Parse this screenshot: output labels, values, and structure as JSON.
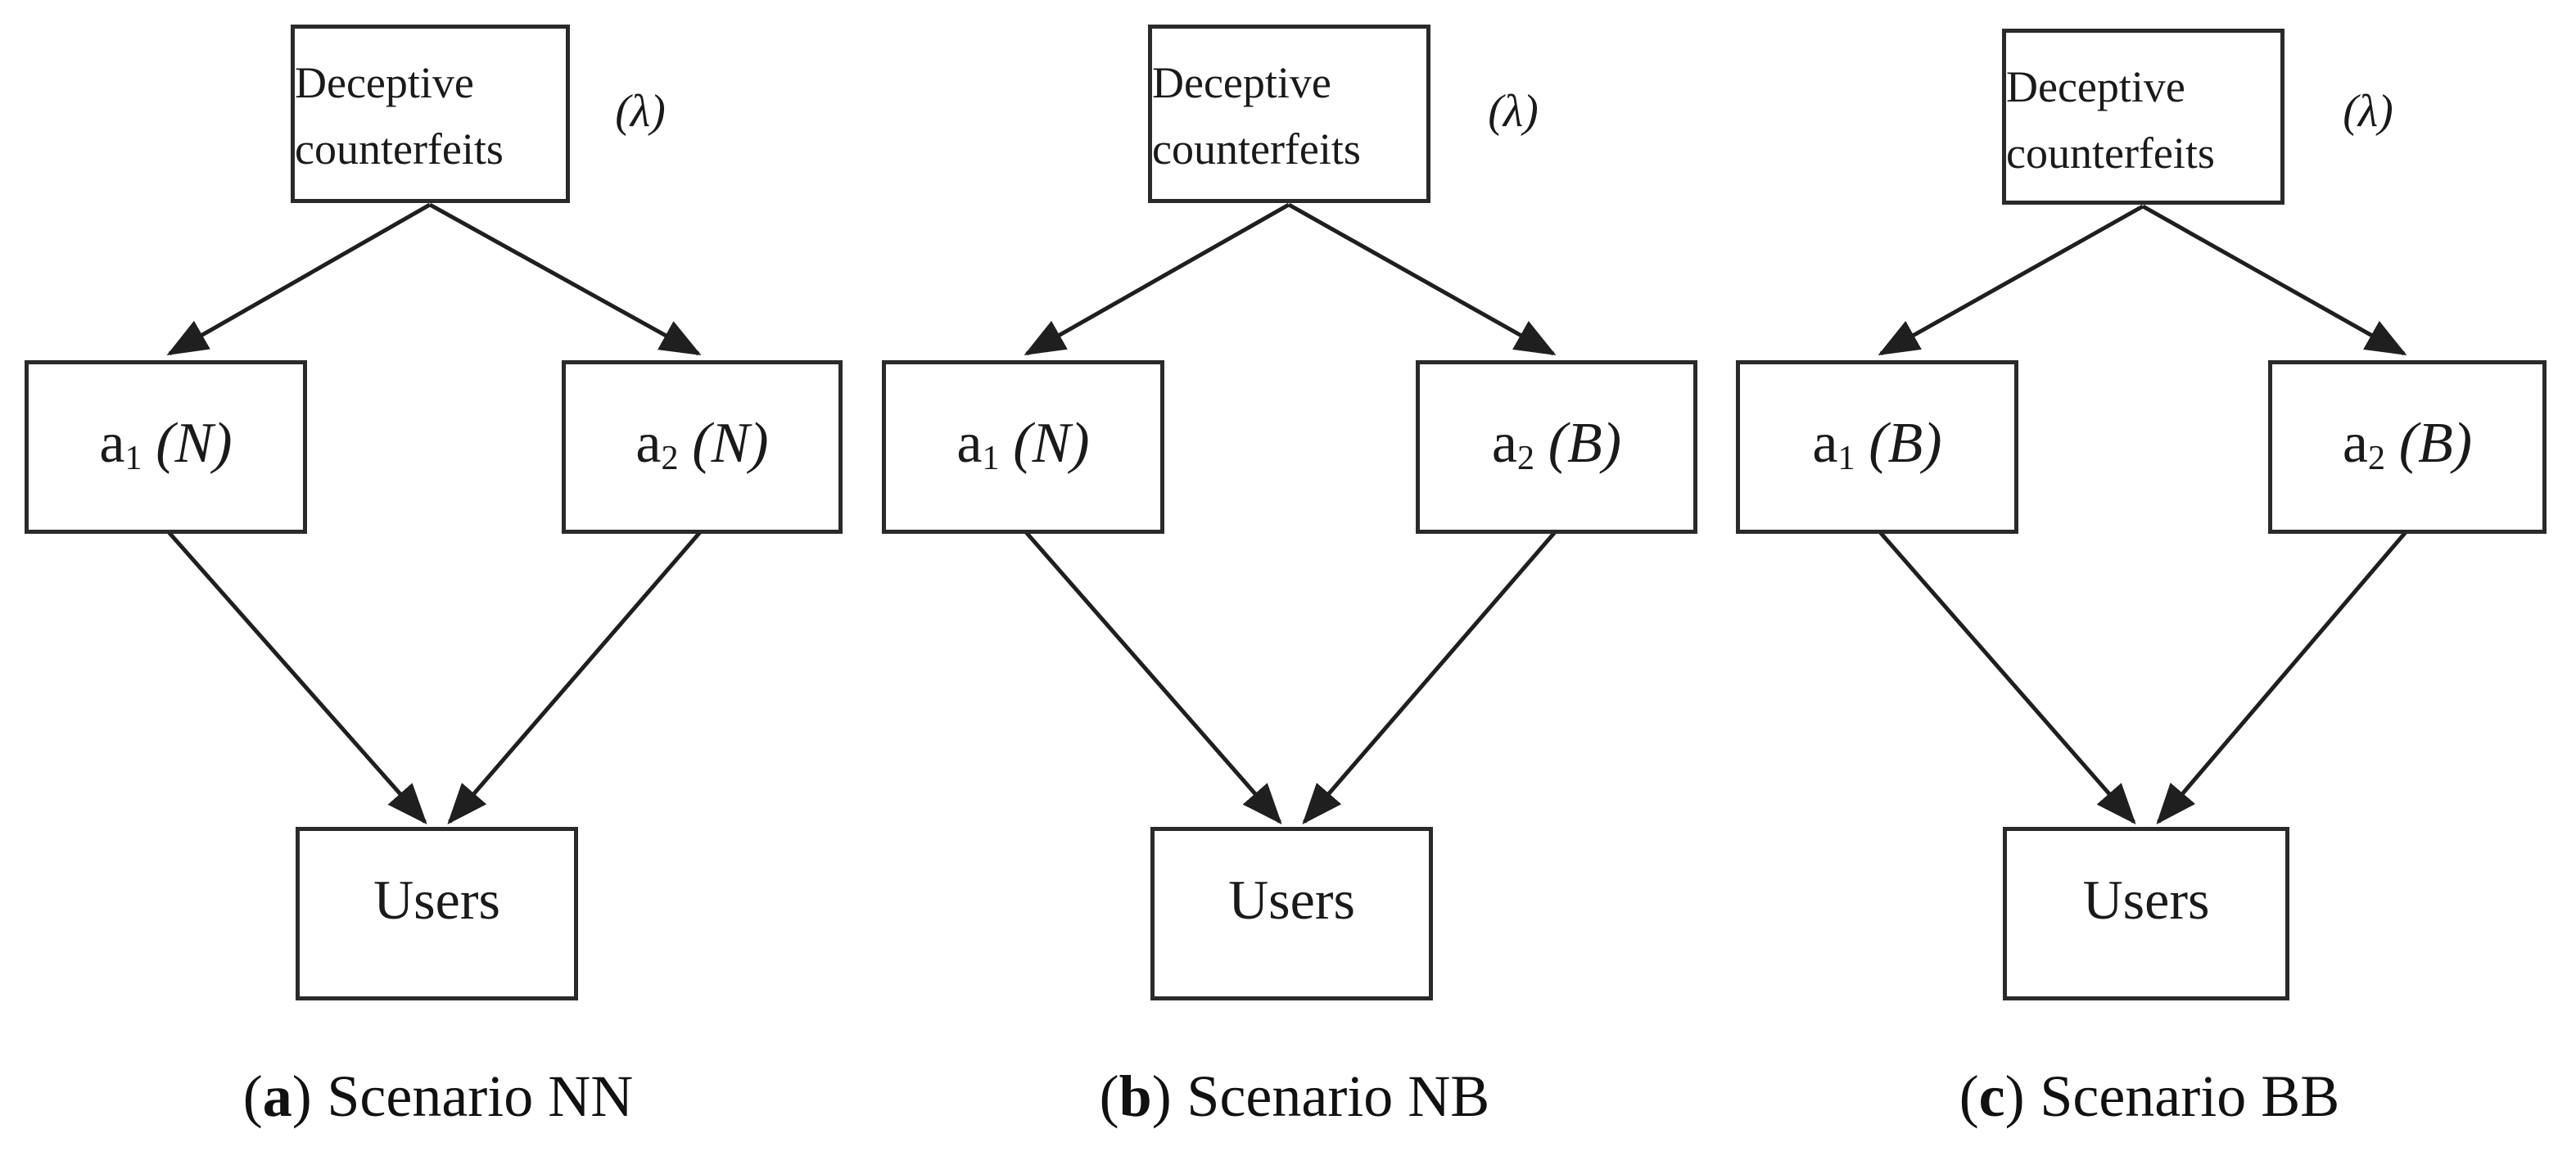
{
  "colors": {
    "stroke": "#1f1f1f",
    "text": "#1a1a1a",
    "background": "#ffffff"
  },
  "panels": [
    {
      "key": "a",
      "source": {
        "label": "Deceptive counterfeits"
      },
      "rate": "(λ)",
      "channels": [
        {
          "base": "a",
          "sub": "1",
          "qual": "(N)"
        },
        {
          "base": "a",
          "sub": "2",
          "qual": "(N)"
        }
      ],
      "sink": {
        "label": "Users"
      },
      "caption": {
        "open": "(",
        "letter": "a",
        "close": ")",
        "text": "Scenario NN"
      }
    },
    {
      "key": "b",
      "source": {
        "label": "Deceptive counterfeits"
      },
      "rate": "(λ)",
      "channels": [
        {
          "base": "a",
          "sub": "1",
          "qual": "(N)"
        },
        {
          "base": "a",
          "sub": "2",
          "qual": "(B)"
        }
      ],
      "sink": {
        "label": "Users"
      },
      "caption": {
        "open": "(",
        "letter": "b",
        "close": ")",
        "text": "Scenario NB"
      }
    },
    {
      "key": "c",
      "source": {
        "label": "Deceptive counterfeits"
      },
      "rate": "(λ)",
      "channels": [
        {
          "base": "a",
          "sub": "1",
          "qual": "(B)"
        },
        {
          "base": "a",
          "sub": "2",
          "qual": "(B)"
        }
      ],
      "sink": {
        "label": "Users"
      },
      "caption": {
        "open": "(",
        "letter": "c",
        "close": ")",
        "text": "Scenario BB"
      }
    }
  ]
}
